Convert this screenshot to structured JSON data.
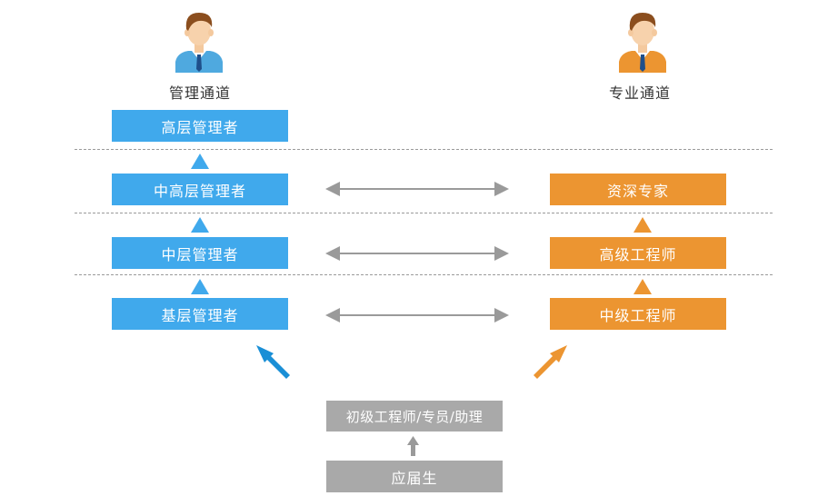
{
  "columns": {
    "management": {
      "title": "管理通道",
      "color": "#40a9ec"
    },
    "professional": {
      "title": "专业通道",
      "color": "#ec9531"
    }
  },
  "management_levels": [
    "高层管理者",
    "中高层管理者",
    "中层管理者",
    "基层管理者"
  ],
  "professional_levels": [
    "资深专家",
    "高级工程师",
    "中级工程师"
  ],
  "entry": {
    "junior": "初级工程师/专员/助理",
    "graduate": "应届生"
  },
  "icons": {
    "management_person": "businessman-icon",
    "professional_person": "businessman-icon"
  }
}
